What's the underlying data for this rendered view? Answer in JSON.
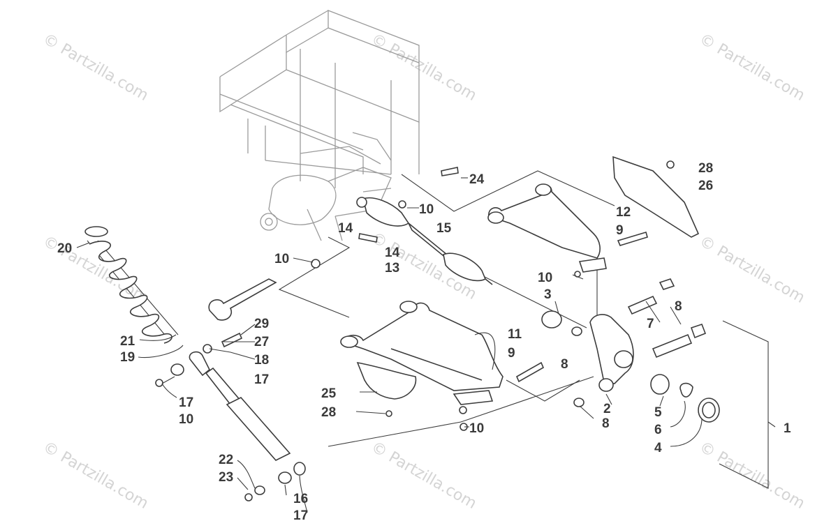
{
  "watermark": "© Partzilla.com",
  "callouts": [
    "1",
    "2",
    "3",
    "4",
    "5",
    "6",
    "7",
    "8",
    "9",
    "10",
    "11",
    "12",
    "13",
    "14",
    "15",
    "16",
    "17",
    "18",
    "19",
    "20",
    "21",
    "22",
    "23",
    "24",
    "25",
    "26",
    "27",
    "28",
    "29"
  ],
  "labels": {
    "c20": "20",
    "c21": "21",
    "c19": "19",
    "c10a": "10",
    "c10b": "10",
    "c10c": "10",
    "c10d": "10",
    "c10e": "10",
    "c14a": "14",
    "c14b": "14",
    "c13": "13",
    "c15": "15",
    "c24": "24",
    "c12": "12",
    "c9a": "9",
    "c9b": "9",
    "c28a": "28",
    "c28b": "28",
    "c26": "26",
    "c3": "3",
    "c8a": "8",
    "c8b": "8",
    "c8c": "8",
    "c7": "7",
    "c11": "11",
    "c29": "29",
    "c27": "27",
    "c18": "18",
    "c17a": "17",
    "c17b": "17",
    "c17c": "17",
    "c25": "25",
    "c2": "2",
    "c5": "5",
    "c6": "6",
    "c4": "4",
    "c1": "1",
    "c22": "22",
    "c23": "23",
    "c16": "16"
  },
  "colors": {
    "line": "#3c3c3c",
    "watermark": "#d4d4d4",
    "frame": "#9a9a9a"
  }
}
